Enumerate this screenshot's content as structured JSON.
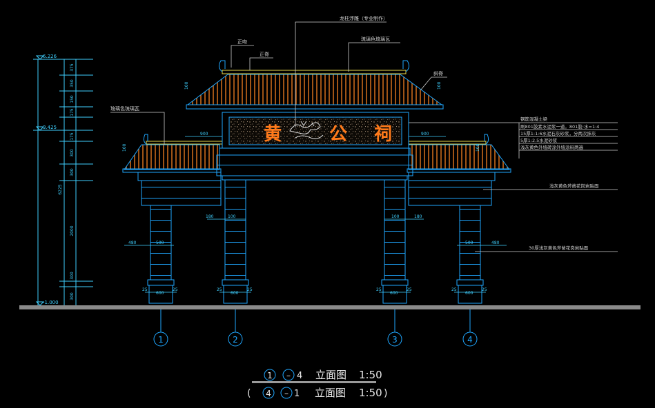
{
  "colors": {
    "background": "#000000",
    "outline": "#1fa7ff",
    "roof_tiles": "#c86a1c",
    "glaze_trim": "#e8d84a",
    "plaque_text": "#ff7a1a",
    "stone_lines": "#ff9d2e",
    "annotation": "#cfcfcf",
    "dimension": "#3fd0ff",
    "ground": "#8a8a8a"
  },
  "callouts": {
    "dragon_carving": "龙柱浮雕（专业制作）",
    "ridge": "正吻",
    "ridge_tile": "正脊",
    "glazed_tile_top": "琉璃色琉璃瓦",
    "glazed_tile_side": "琉璃色琉璃瓦",
    "corner_ridge": "斜脊"
  },
  "plaque": {
    "char1": "黄",
    "char2": "公",
    "char3": "祠"
  },
  "spec_notes": [
    "钢筋混凝土梁",
    "刷801胶素水泥浆一道，801胶:水=1:4",
    "15厚1:1:6水泥石灰砂浆，分两次抹灰",
    "5厚1:2.5水泥砂浆",
    "浅灰黄色外墙砖涂外墙涂料两遍"
  ],
  "column_notes": {
    "upper": "浅灰黄色斧凿花岗岩贴面",
    "lower": "30厚浅灰黄色斧凿花岗岩贴面"
  },
  "elevations": {
    "top": "6.226",
    "mid": "3.425",
    "ground": "-1.000"
  },
  "left_dims": [
    "375",
    "350",
    "150",
    "175",
    "175",
    "300",
    "300",
    "6225",
    "2000",
    "300",
    "300"
  ],
  "dims": {
    "d900a": "900",
    "d900b": "900",
    "d180a": "180",
    "d100a": "100",
    "d100b": "100",
    "d180b": "180",
    "d480a": "480",
    "d500a": "500",
    "d500b": "500",
    "d480b": "480",
    "b25a": "25",
    "b600a": "600",
    "b25b": "25",
    "b25c": "25",
    "b600b": "600",
    "b25d": "25",
    "b25e": "25",
    "b600c": "600",
    "b25f": "25",
    "b25g": "25",
    "b600d": "600",
    "b25h": "25",
    "h100a": "100",
    "h100b": "100",
    "h100c": "100",
    "h100d": "100"
  },
  "axes": [
    "1",
    "2",
    "3",
    "4"
  ],
  "titles": {
    "row1_a": "1",
    "row1_b": "4",
    "row1_name": "立面图",
    "row1_scale": "1:50",
    "row2_a": "4",
    "row2_b": "1",
    "row2_name": "立面图",
    "row2_scale": "1:50"
  }
}
